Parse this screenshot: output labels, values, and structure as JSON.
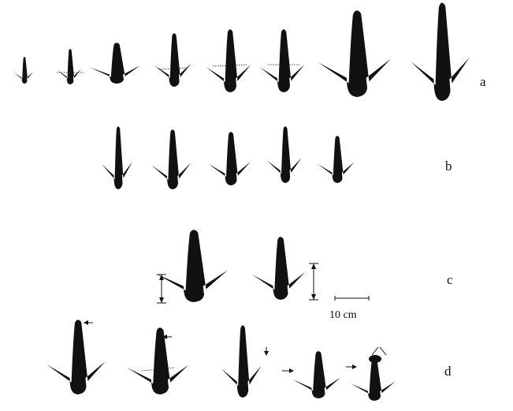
{
  "labels": {
    "row_a": "a",
    "row_b": "b",
    "row_c": "c",
    "row_d": "d"
  },
  "scale_bar": {
    "text": "10 cm"
  },
  "footprint_color": "#111111"
}
